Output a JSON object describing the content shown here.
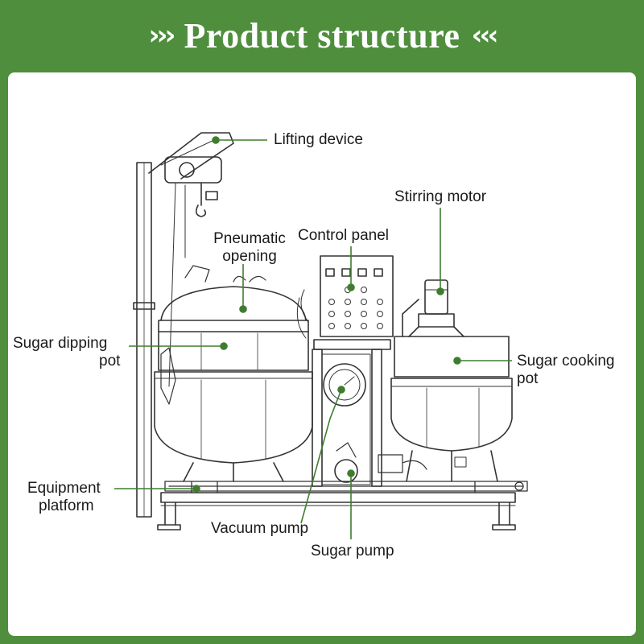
{
  "header": {
    "title": "Product structure",
    "left_marker": "›››",
    "right_marker": "‹‹‹"
  },
  "labels": {
    "lifting_device": "Lifting device",
    "stirring_motor": "Stirring motor",
    "pneumatic_opening_1": "Pneumatic",
    "pneumatic_opening_2": "opening",
    "control_panel": "Control panel",
    "sugar_dipping_pot_1": "Sugar dipping",
    "sugar_dipping_pot_2": "pot",
    "sugar_cooking_pot_1": "Sugar cooking",
    "sugar_cooking_pot_2": "pot",
    "equipment_platform_1": "Equipment",
    "equipment_platform_2": "platform",
    "vacuum_pump": "Vacuum pump",
    "sugar_pump": "Sugar pump"
  },
  "colors": {
    "brand_green": "#4e8e3d",
    "leader_green": "#3f7d2e",
    "sketch_line": "#333333"
  }
}
